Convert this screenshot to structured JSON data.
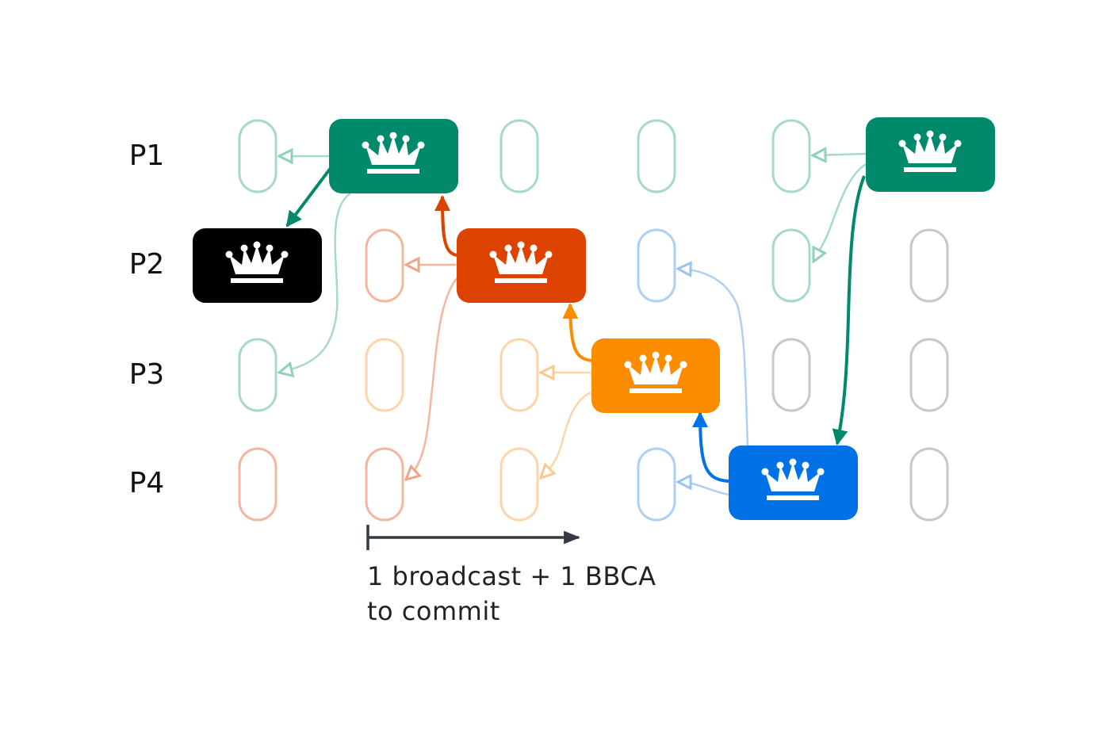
{
  "rows": [
    {
      "label": "P1"
    },
    {
      "label": "P2"
    },
    {
      "label": "P3"
    },
    {
      "label": "P4"
    }
  ],
  "colors": {
    "p1_green": "#00896b",
    "p2_black": "#000000",
    "p2_red": "#dd4300",
    "p3_orange": "#fb8c00",
    "p4_blue": "#0071e6",
    "faint_green": "#a6d9cc",
    "faint_red": "#f2b79e",
    "faint_orange": "#fdd5a9",
    "faint_blue": "#afd0f4",
    "grey": "#c8c8c8",
    "axis": "#333a44"
  },
  "blocks": [
    {
      "name": "leader-block-p1-round2",
      "color": "p1_green",
      "icon": "crown-icon"
    },
    {
      "name": "leader-block-p2-round1",
      "color": "p2_black",
      "icon": "crown-icon"
    },
    {
      "name": "leader-block-p2-round3",
      "color": "p2_red",
      "icon": "crown-icon"
    },
    {
      "name": "leader-block-p3-round4",
      "color": "p3_orange",
      "icon": "crown-icon"
    },
    {
      "name": "leader-block-p4-round5",
      "color": "p4_blue",
      "icon": "crown-icon"
    },
    {
      "name": "leader-block-p1-round6",
      "color": "p1_green",
      "icon": "crown-icon"
    }
  ],
  "caption": {
    "line1": "1 broadcast + 1 BBCA",
    "line2": "to commit"
  }
}
